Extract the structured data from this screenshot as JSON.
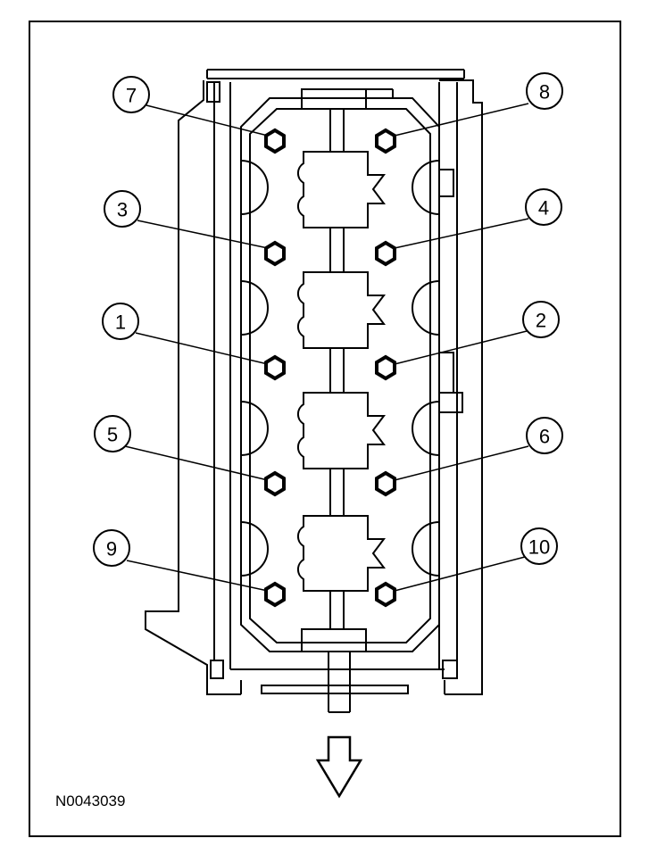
{
  "diagram": {
    "code": "N0043039",
    "callouts": {
      "b1": "1",
      "b2": "2",
      "b3": "3",
      "b4": "4",
      "b5": "5",
      "b6": "6",
      "b7": "7",
      "b8": "8",
      "b9": "9",
      "b10": "10"
    }
  }
}
